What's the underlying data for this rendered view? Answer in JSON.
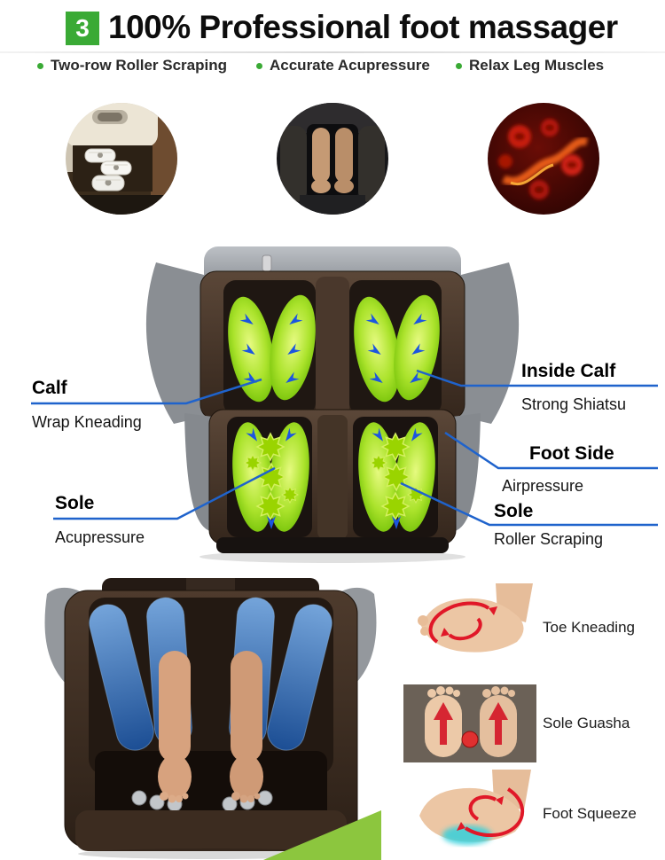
{
  "header": {
    "badge": "3",
    "title": "100% Professional foot massager"
  },
  "features": [
    {
      "label": "Two-row Roller Scraping"
    },
    {
      "label": "Accurate Acupressure"
    },
    {
      "label": "Relax Leg Muscles"
    }
  ],
  "photos": {
    "circle_1": "roller-scraping-mechanism",
    "circle_2": "feet-in-leg-massager",
    "circle_3": "blood-circulation",
    "main": "foot-massager-airbags-diagram",
    "bottom_left": "footrest-with-feet-and-airbags"
  },
  "diagram": {
    "callouts_left": [
      {
        "title": "Calf",
        "subtitle": "Wrap Kneading"
      },
      {
        "title": "Sole",
        "subtitle": "Acupressure"
      }
    ],
    "callouts_right": [
      {
        "title": "Inside Calf",
        "subtitle": "Strong Shiatsu"
      },
      {
        "title": "Foot Side",
        "subtitle": "Airpressure"
      },
      {
        "title": "Sole",
        "subtitle": "Roller Scraping"
      }
    ]
  },
  "bottom_features": [
    {
      "label": "Toe Kneading"
    },
    {
      "label": "Sole Guasha"
    },
    {
      "label": "Foot Squeeze"
    }
  ],
  "colors": {
    "accent_green": "#3aaa35",
    "callout_blue": "#1f63cc",
    "airbag_green": "#a8e22a",
    "airbag_blue": "#2f6cb4",
    "arrow_red": "#e0182c"
  }
}
